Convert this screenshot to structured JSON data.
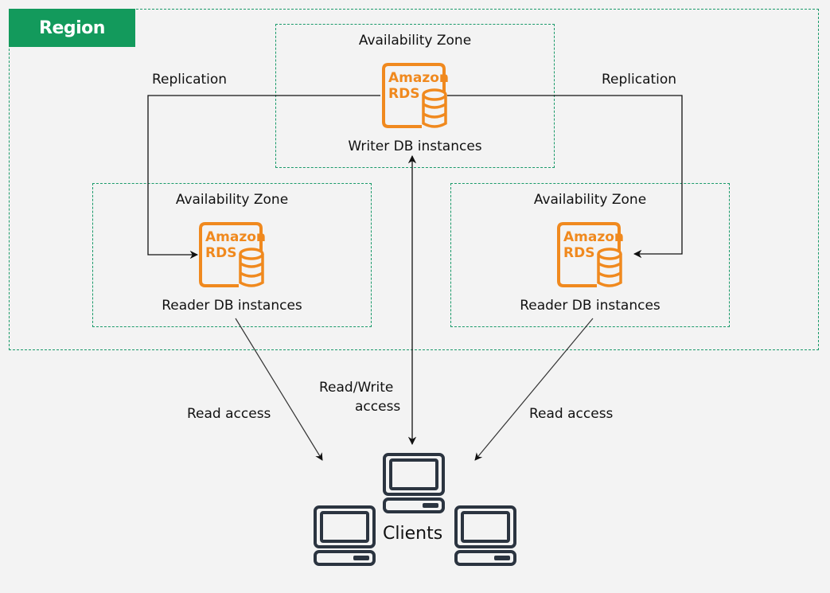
{
  "region": {
    "label": "Region"
  },
  "zones": [
    {
      "title": "Availability Zone",
      "icon_line1": "Amazon",
      "icon_line2": "RDS",
      "db_label": "Writer DB instances",
      "role": "writer"
    },
    {
      "title": "Availability Zone",
      "icon_line1": "Amazon",
      "icon_line2": "RDS",
      "db_label": "Reader DB instances",
      "role": "reader-left"
    },
    {
      "title": "Availability Zone",
      "icon_line1": "Amazon",
      "icon_line2": "RDS",
      "db_label": "Reader DB instances",
      "role": "reader-right"
    }
  ],
  "edges": {
    "replication_left": "Replication",
    "replication_right": "Replication",
    "read_left": "Read access",
    "read_right": "Read access",
    "read_write_line1": "Read/Write",
    "read_write_line2": "access"
  },
  "clients": {
    "label": "Clients",
    "count": 3
  },
  "colors": {
    "region_tag": "#139a5c",
    "dashed_border": "#1a9a6a",
    "rds_orange": "#f0891e",
    "client_stroke": "#2b3440",
    "background": "#f3f3f3"
  }
}
